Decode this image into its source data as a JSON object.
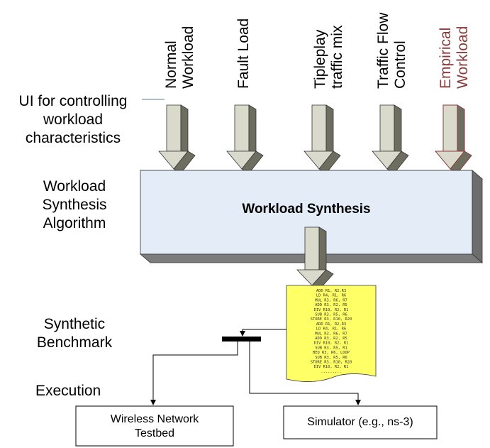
{
  "inputs": [
    {
      "lines": [
        "Normal",
        "Workload"
      ],
      "empirical": false
    },
    {
      "lines": [
        "Fault Load"
      ],
      "empirical": false
    },
    {
      "lines": [
        "Tipleplay",
        "traffic mix"
      ],
      "empirical": false
    },
    {
      "lines": [
        "Traffic Flow",
        "Control"
      ],
      "empirical": false
    },
    {
      "lines": [
        "Empirical",
        "Workload"
      ],
      "empirical": true
    }
  ],
  "labels": {
    "ui_control": [
      "UI for controlling",
      "workload",
      "characteristics"
    ],
    "algorithm": [
      "Workload",
      "Synthesis",
      "Algorithm"
    ],
    "synthetic": [
      "Synthetic",
      "Benchmark"
    ],
    "execution": "Execution"
  },
  "synthesis_box": "Workload Synthesis",
  "code_lines": [
    "ADD R1, R2,R3",
    "LD R4, R1, R6",
    "MUL R3, R6, R7",
    "ADD R3, R2, R5",
    "DIV R10, R2, R1",
    "SUB R3, R5, R6",
    "STORE R3, R10, R20",
    "ADD R1, R2,R3",
    "LD R4, R1, R6",
    "MUL R3, R6, R7",
    "ADD R3, R2, R5",
    "DIV R10, R2, R1",
    "SUB R3, R5, R1",
    "BEQ R3, R6, LOOP",
    "SUB R3, R5, R6",
    "STORE R3, R10, R20",
    "DIV R10, R2, R1",
    "........."
  ],
  "outputs": {
    "testbed": [
      "Wireless Network",
      "Testbed"
    ],
    "simulator": "Simulator (e.g., ns-3)"
  },
  "colors": {
    "arrow_light": "#d9d9cc",
    "arrow_dark": "#6e6e60",
    "box_face": "#e4ecf7",
    "box_side": "#6d6d6d",
    "doc_fill": "#ffff66",
    "empirical": "#8b3a3a"
  }
}
